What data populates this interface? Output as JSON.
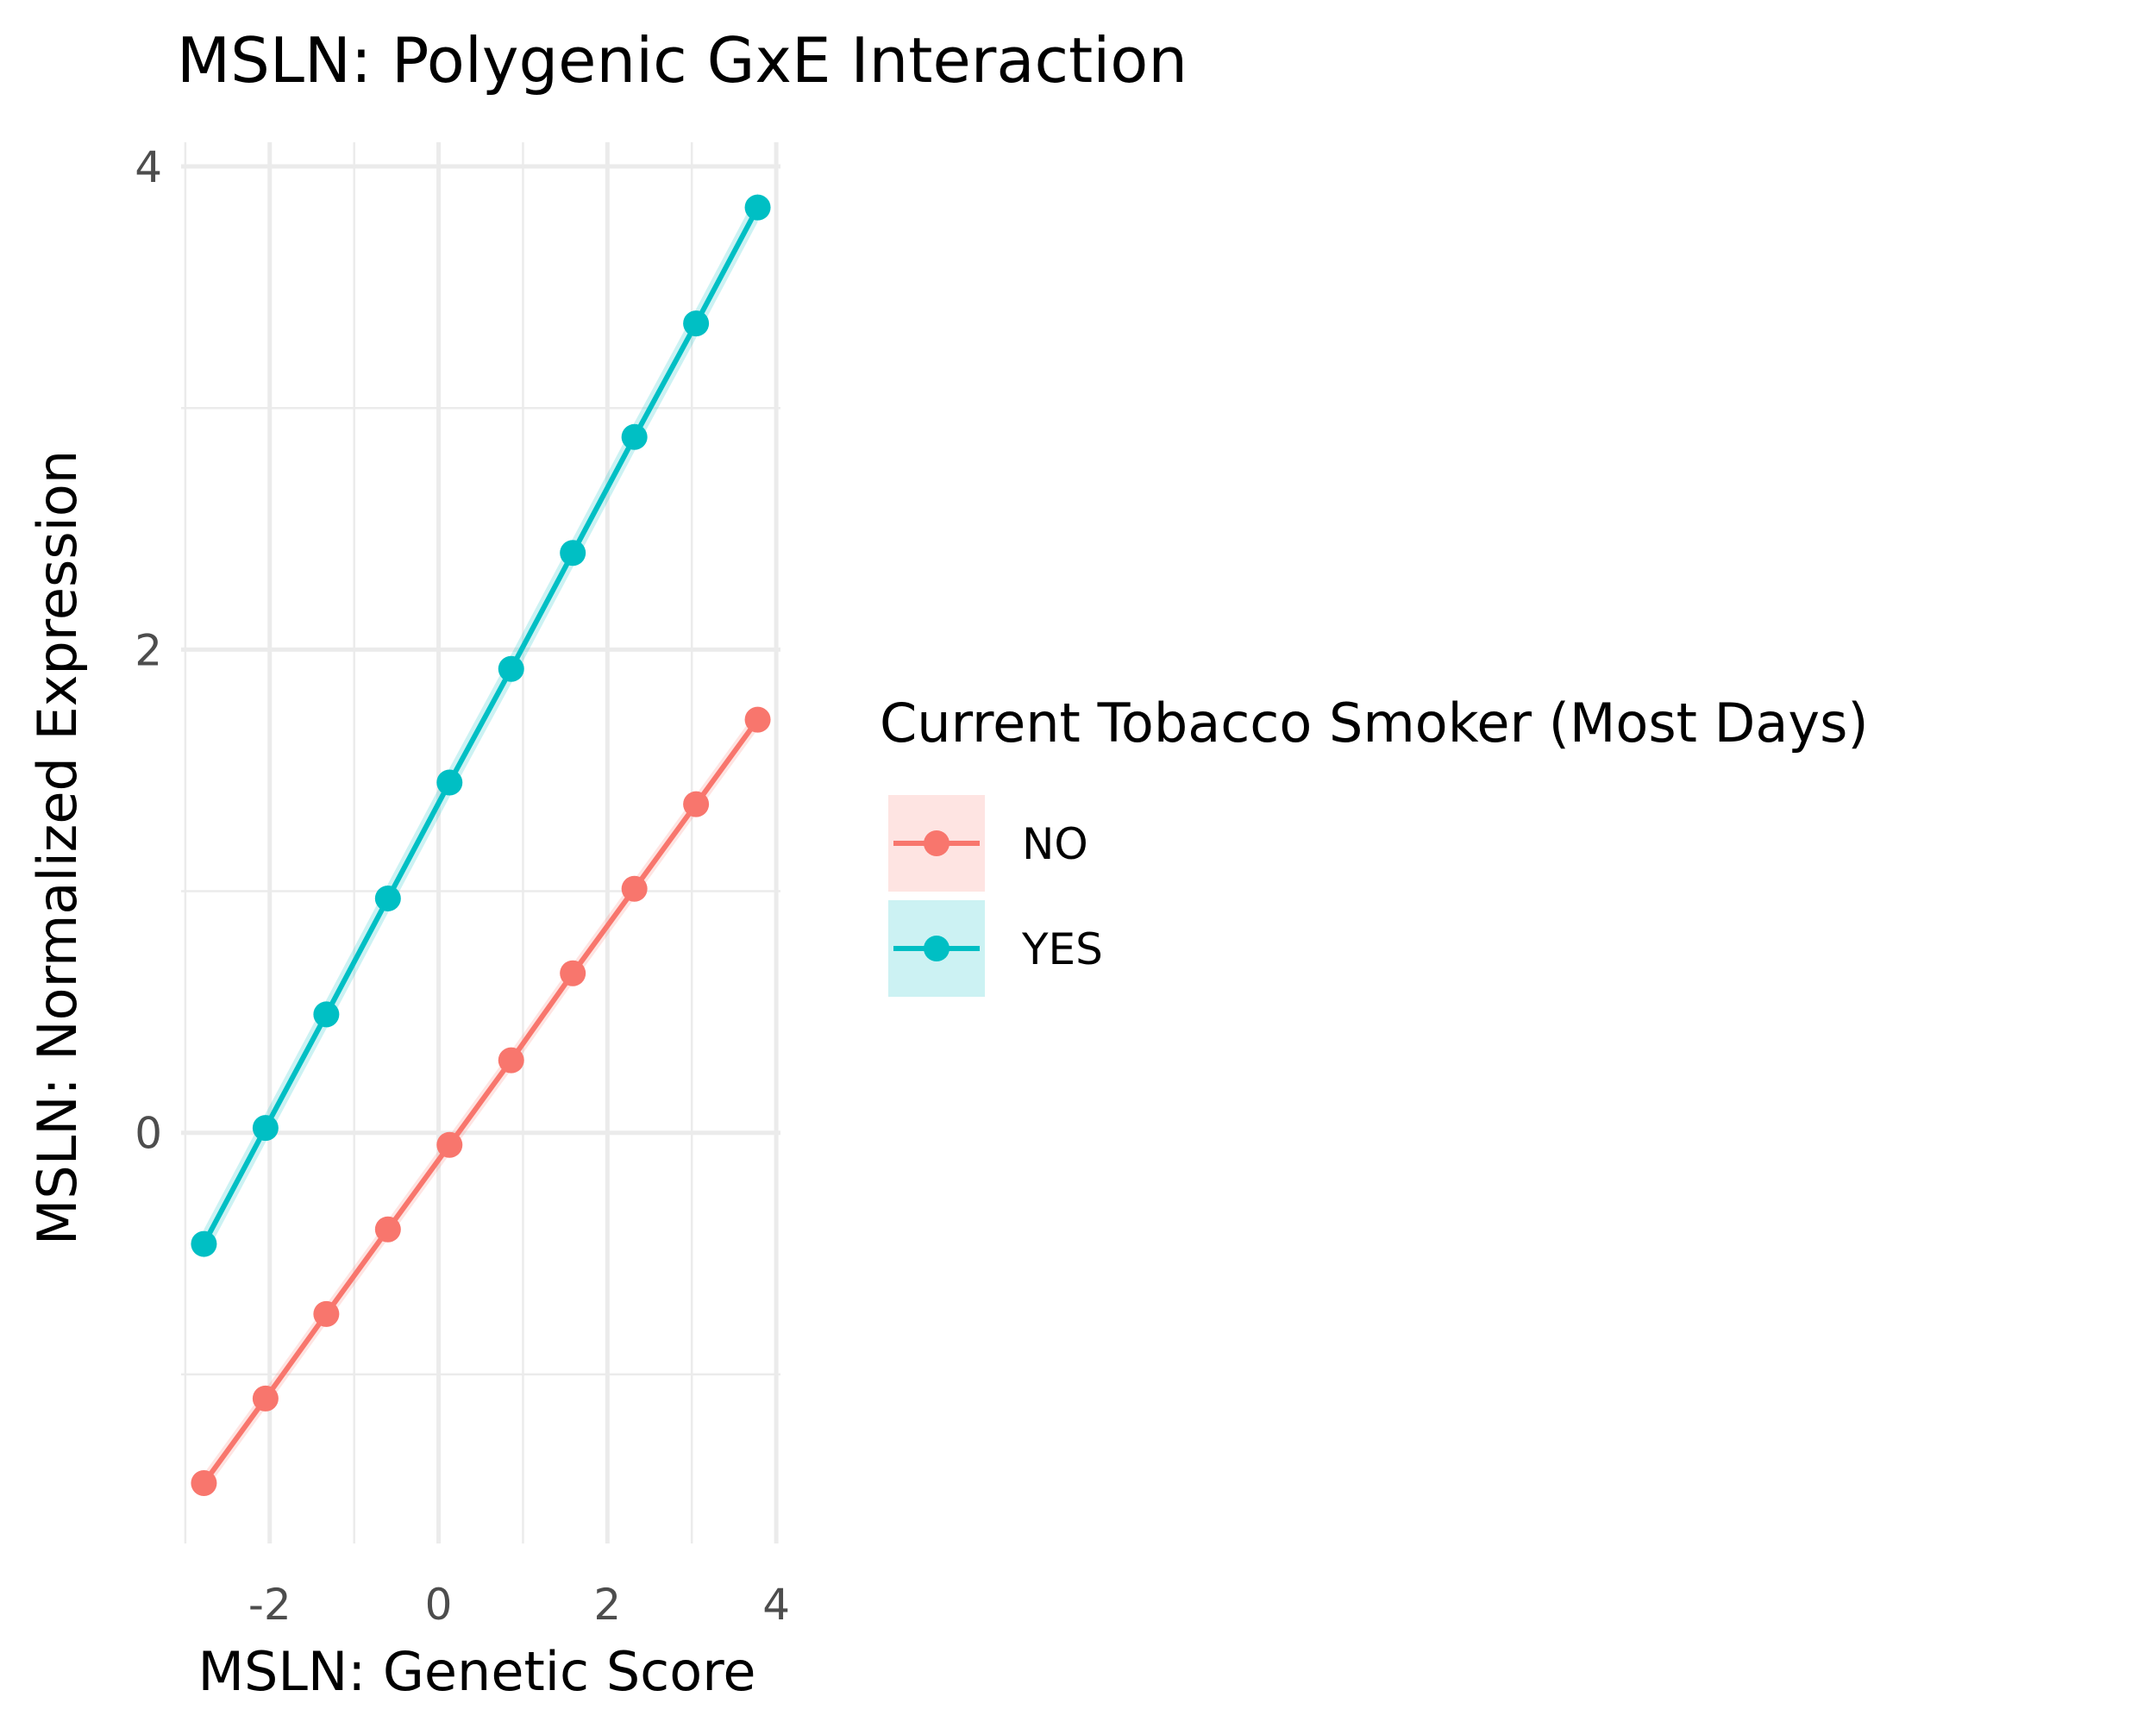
{
  "chart_data": {
    "type": "line",
    "title": "MSLN: Polygenic GxE Interaction",
    "xlabel": "MSLN: Genetic Score",
    "ylabel": "MSLN: Normalized Expression",
    "xlim": [
      -3.05,
      4.05
    ],
    "ylim": [
      -1.7,
      4.1
    ],
    "x_ticks": [
      -2,
      0,
      2,
      4
    ],
    "x_tick_labels": [
      "-2",
      "0",
      "2",
      "4"
    ],
    "y_ticks": [
      0,
      2,
      4
    ],
    "y_tick_labels": [
      "0",
      "2",
      "4"
    ],
    "grid": true,
    "legend": {
      "title": "Current Tobacco Smoker (Most Days)",
      "position": "right"
    },
    "x": [
      -2.78,
      -2.05,
      -1.33,
      -0.6,
      0.13,
      0.86,
      1.59,
      2.32,
      3.05,
      3.78
    ],
    "series": [
      {
        "name": "NO",
        "color": "#F8766D",
        "values": [
          -1.45,
          -1.1,
          -0.75,
          -0.4,
          -0.05,
          0.3,
          0.66,
          1.01,
          1.36,
          1.71
        ],
        "ci_half_width": 0.04
      },
      {
        "name": "YES",
        "color": "#00BFC4",
        "values": [
          -0.46,
          0.02,
          0.49,
          0.97,
          1.45,
          1.92,
          2.4,
          2.88,
          3.35,
          3.83
        ],
        "ci_half_width": 0.06
      }
    ]
  }
}
